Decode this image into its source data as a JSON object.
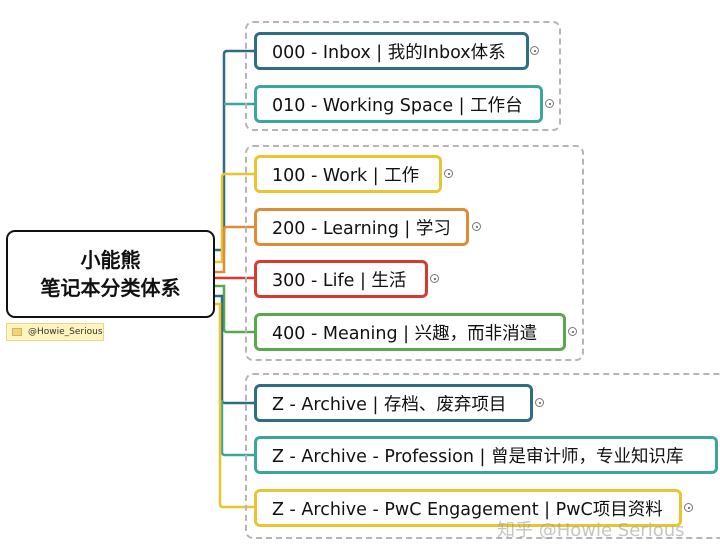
{
  "root": {
    "line1": "小能熊",
    "line2": "笔记本分类体系"
  },
  "note": {
    "icon": "folder-icon",
    "text": "@Howie_Serious"
  },
  "groups": [
    {
      "nodes": [
        {
          "label": "000 - Inbox | 我的Inbox体系",
          "color": "#2f6d82"
        },
        {
          "label": "010 - Working Space | 工作台",
          "color": "#3aa79a"
        }
      ]
    },
    {
      "nodes": [
        {
          "label": "100 - Work | 工作",
          "color": "#e8c531"
        },
        {
          "label": "200 - Learning | 学习",
          "color": "#e08b35"
        },
        {
          "label": "300 - Life | 生活",
          "color": "#d9392f"
        },
        {
          "label": "400 - Meaning | 兴趣，而非消遣",
          "color": "#59a84a"
        }
      ]
    },
    {
      "nodes": [
        {
          "label": "Z - Archive | 存档、废弃项目",
          "color": "#2f6d82"
        },
        {
          "label": "Z - Archive - Profession | 曾是审计师，专业知识库",
          "color": "#3aa79a"
        },
        {
          "label": "Z - Archive - PwC Engagement | PwC项目资料",
          "color": "#e8c531"
        }
      ]
    }
  ],
  "watermark": "知乎 @Howie Serious"
}
